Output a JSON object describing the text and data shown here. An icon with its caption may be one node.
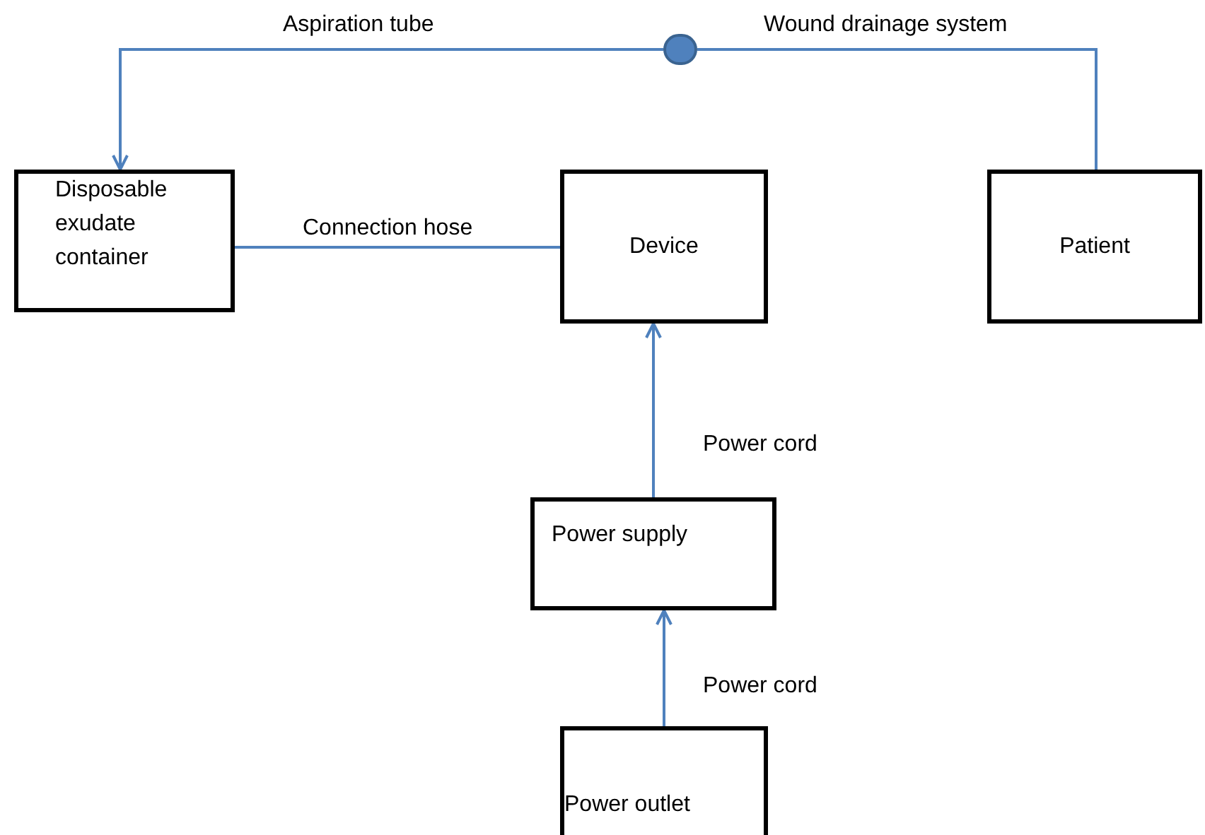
{
  "diagram": {
    "nodes": [
      {
        "text": [
          "Disposable exudate container"
        ]
      },
      {
        "text": [
          "Device"
        ]
      },
      {
        "text": [
          "Patient"
        ]
      },
      {
        "text": [
          "Power supply"
        ]
      },
      {
        "text": [
          "Power outlet"
        ]
      },
      {
        "text": [],
        "shape": "circle"
      }
    ],
    "edges": [
      {
        "from": 5,
        "to": 0,
        "arrow": "to",
        "label": "Aspiration tube"
      },
      {
        "from": 2,
        "to": 5,
        "arrow": "none",
        "label": "Wound drainage system"
      },
      {
        "from": 0,
        "to": 1,
        "arrow": "none",
        "label": "Connection hose"
      },
      {
        "from": 3,
        "to": 1,
        "arrow": "to",
        "label": "Power cord"
      },
      {
        "from": 4,
        "to": 3,
        "arrow": "to",
        "label": "Power cord"
      }
    ]
  }
}
